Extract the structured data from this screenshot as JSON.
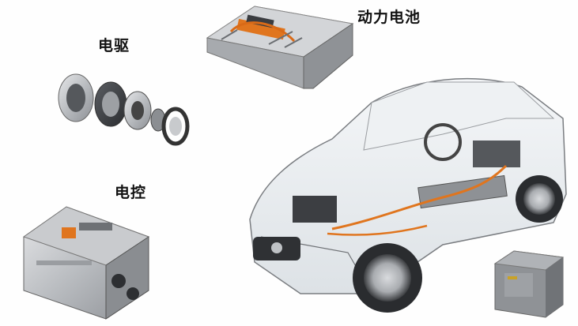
{
  "labels": {
    "battery": "动力电池",
    "motor": "电驱",
    "controller": "电控"
  }
}
